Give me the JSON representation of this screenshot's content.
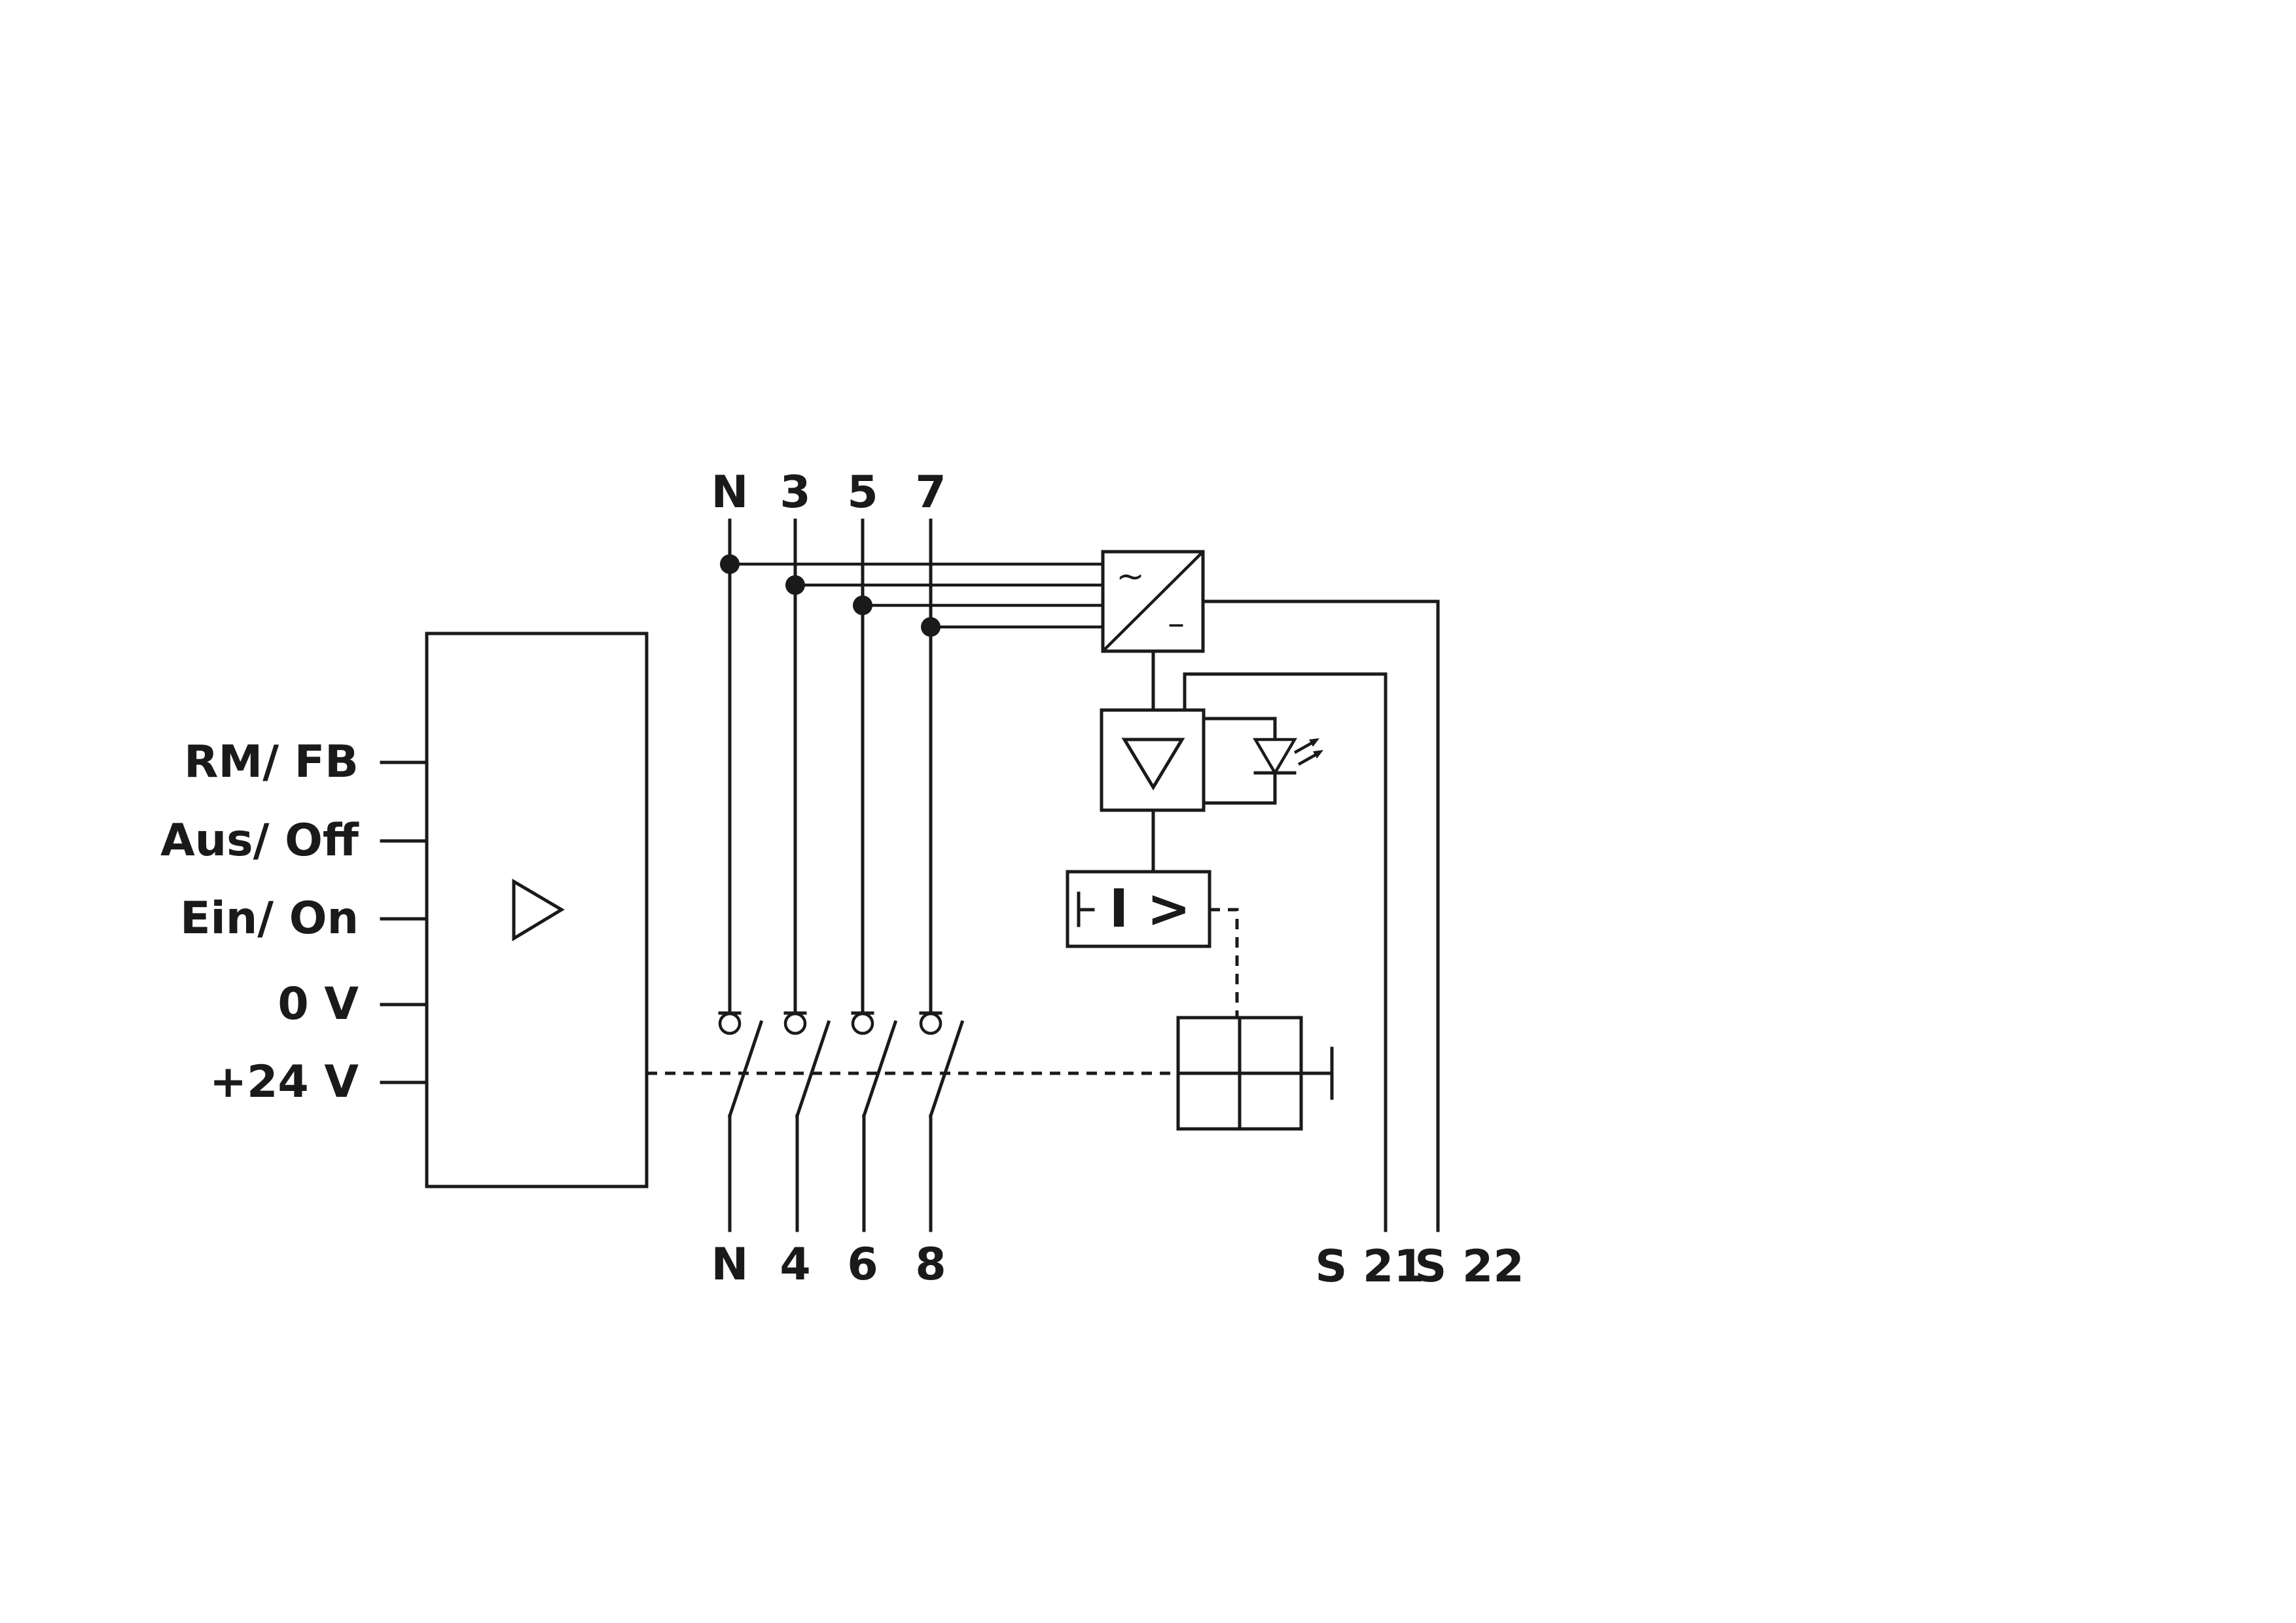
{
  "control_inputs": {
    "rm_fb": "RM/ FB",
    "aus_off": "Aus/ Off",
    "ein_on": "Ein/ On",
    "zero_v": "0 V",
    "plus24v": "+24 V"
  },
  "top_terminals": {
    "n": "N",
    "t3": "3",
    "t5": "5",
    "t7": "7"
  },
  "bottom_terminals": {
    "n": "N",
    "t4": "4",
    "t6": "6",
    "t8": "8"
  },
  "aux_terminals": {
    "s21": "S 21",
    "s22": "S 22"
  },
  "converter": {
    "ac_symbol": "~",
    "dc_symbol": "–"
  },
  "relay": {
    "symbol": "I >"
  }
}
